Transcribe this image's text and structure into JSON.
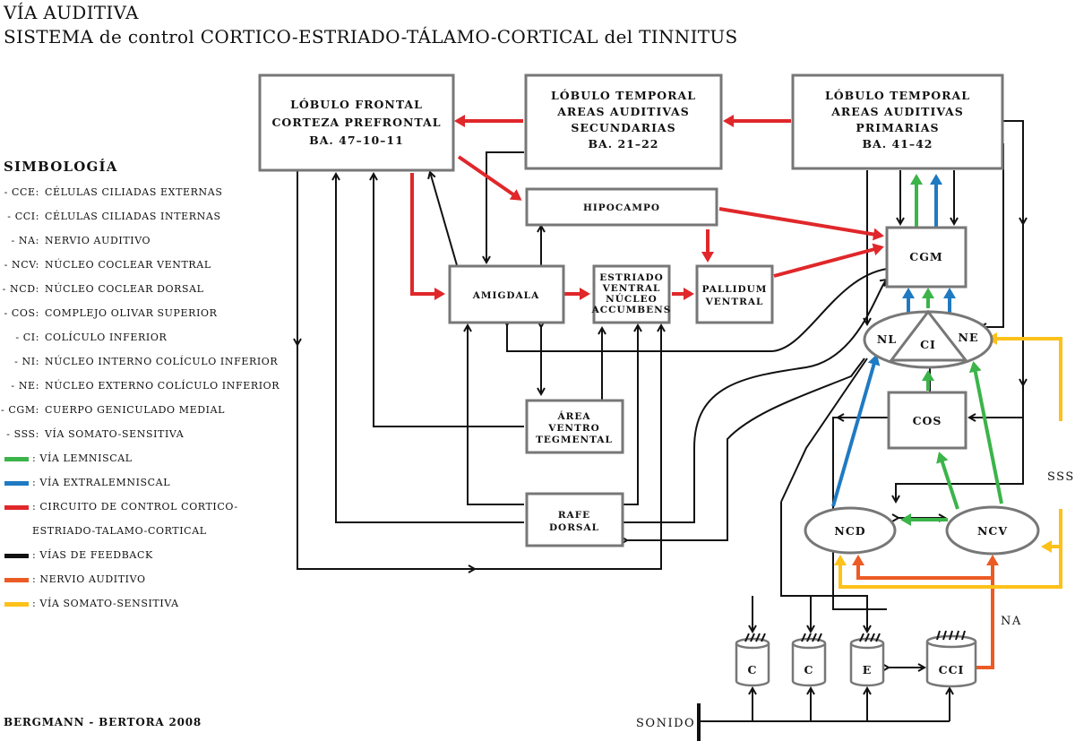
{
  "title": {
    "line1": "VÍA AUDITIVA",
    "line2": "SISTEMA de control  CORTICO-ESTRIADO-TÁLAMO-CORTICAL del TINNITUS"
  },
  "legend": {
    "heading": "SIMBOLOGÍA",
    "abbreviations": [
      {
        "code": "- CCE:",
        "definition": "CÉLULAS CILIADAS EXTERNAS"
      },
      {
        "code": "- CCI:",
        "definition": "CÉLULAS CILIADAS INTERNAS"
      },
      {
        "code": "- NA:",
        "definition": "NERVIO AUDITIVO"
      },
      {
        "code": "- NCV:",
        "definition": "NÚCLEO COCLEAR VENTRAL"
      },
      {
        "code": "- NCD:",
        "definition": "NÚCLEO COCLEAR DORSAL"
      },
      {
        "code": "- COS:",
        "definition": "COMPLEJO OLIVAR SUPERIOR"
      },
      {
        "code": "- CI:",
        "definition": "COLÍCULO INFERIOR"
      },
      {
        "code": "- NI:",
        "definition": "NÚCLEO INTERNO COLÍCULO INFERIOR"
      },
      {
        "code": "- NE:",
        "definition": "NÚCLEO EXTERNO COLÍCULO INFERIOR"
      },
      {
        "code": "- CGM:",
        "definition": "CUERPO GENICULADO MEDIAL"
      },
      {
        "code": "- SSS:",
        "definition": "VÍA SOMATO-SENSITIVA"
      }
    ],
    "symbols": [
      {
        "color": "#3bb449",
        "definition": ":  VÍA LEMNISCAL"
      },
      {
        "color": "#1f7ac2",
        "definition": ":  VÍA EXTRALEMNISCAL"
      },
      {
        "color": "#e0272a",
        "definition": ":  CIRCUITO DE CONTROL CORTICO-",
        "continuation": "ESTRIADO-TALAMO-CORTICAL"
      },
      {
        "color": "#111111",
        "definition": ":  VÍAS DE FEEDBACK"
      },
      {
        "color": "#ec5b24",
        "definition": ":  NERVIO AUDITIVO"
      },
      {
        "color": "#fdc11a",
        "definition": ":  VÍA SOMATO-SENSITIVA"
      }
    ]
  },
  "nodes": {
    "frontal": [
      "LÓBULO FRONTAL",
      "CORTEZA PREFRONTAL",
      "BA. 47–10–11"
    ],
    "temporal_secondary": [
      "LÓBULO TEMPORAL",
      "AREAS AUDITIVAS",
      "SECUNDARIAS",
      "BA. 21–22"
    ],
    "temporal_primary": [
      "LÓBULO TEMPORAL",
      "AREAS AUDITIVAS",
      "PRIMARIAS",
      "BA. 41–42"
    ],
    "hipocampo": "HIPOCAMPO",
    "amigdala": "AMIGDALA",
    "estriado": [
      "ESTRIADO",
      "VENTRAL",
      "NÚCLEO",
      "ACCUMBENS"
    ],
    "pallidum": [
      "PALLIDUM",
      "VENTRAL"
    ],
    "cgm": "CGM",
    "nl": "NL",
    "ci": "CI",
    "ne": "NE",
    "cos": "COS",
    "avt": [
      "ÁREA",
      "VENTRO",
      "TEGMENTAL"
    ],
    "rafe": [
      "RAFE",
      "DORSAL"
    ],
    "ncd": "NCD",
    "ncv": "NCV",
    "cells": [
      "C",
      "C",
      "E",
      "CCI"
    ]
  },
  "labels": {
    "sss": "SSS",
    "na": "NA",
    "sonido": "SONIDO"
  },
  "credit": "BERGMANN - BERTORA 2008"
}
